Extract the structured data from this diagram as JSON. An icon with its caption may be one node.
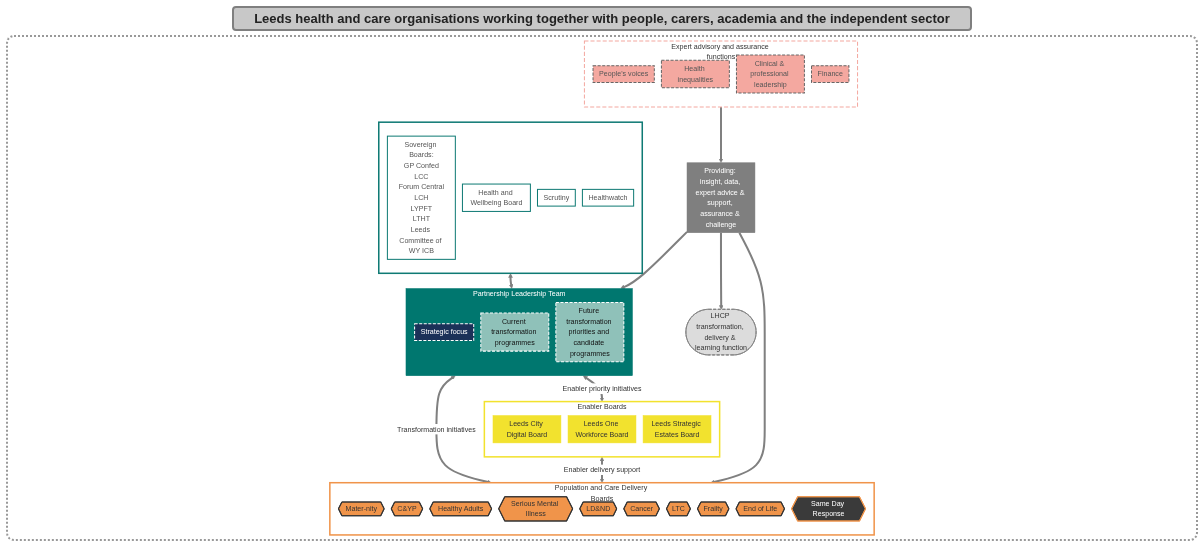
{
  "diagram": {
    "title": "Leeds health and care organisations working together with people, carers, academia and the independent sector",
    "nodes": [
      {
        "text": [],
        "shape": "box"
      },
      {
        "text": [
          "Sovereign Boards:",
          "GP Confed",
          "LCC",
          "Forum Central",
          "LCH",
          "LYPFT",
          "LTHT",
          "Leeds Committee of WY ICB"
        ],
        "in": 0
      },
      {
        "text": [
          "Health and Wellbeing Board"
        ],
        "in": 0
      },
      {
        "text": [
          "Scrutiny"
        ],
        "in": 0
      },
      {
        "text": [
          "Healthwatch"
        ],
        "in": 0
      },
      {
        "text": [
          "Partnership Leadership Team"
        ]
      },
      {
        "text": [
          "Strategic focus"
        ],
        "in": 5
      },
      {
        "text": [
          "Current transformation programmes"
        ],
        "in": 5
      },
      {
        "text": [
          "Future transformation priorities and candidate programmes"
        ],
        "in": 5
      },
      {
        "text": [
          "LHCP transformation, delivery & learning function"
        ]
      },
      {
        "text": [
          "Enabler Boards"
        ]
      },
      {
        "text": [
          "Leeds City Digital Board"
        ],
        "in": 10
      },
      {
        "text": [
          "Leeds One Workforce Board"
        ],
        "in": 10
      },
      {
        "text": [
          "Leeds Strategic Estates Board"
        ],
        "in": 10
      },
      {
        "text": [
          "Population and Care Delivery Boards"
        ]
      },
      {
        "text": [
          "Mater-nity"
        ],
        "in": 14
      },
      {
        "text": [
          "C&YP"
        ],
        "in": 14
      },
      {
        "text": [
          "Healthy Adults"
        ],
        "in": 14
      },
      {
        "text": [
          "Serious Mental Illness"
        ],
        "in": 14
      },
      {
        "text": [
          "LD&ND"
        ],
        "in": 14
      },
      {
        "text": [
          "Cancer"
        ],
        "in": 14
      },
      {
        "text": [
          "LTC"
        ],
        "in": 14
      },
      {
        "text": [
          "Frailty"
        ],
        "in": 14
      },
      {
        "text": [
          "End of Life"
        ],
        "in": 14
      },
      {
        "text": [
          "Same Day Response"
        ],
        "in": 14
      },
      {
        "text": [
          "Providing: insight, data, expert advice & support, assurance & challenge"
        ]
      },
      {
        "text": [
          "Expert advisory and assurance functions"
        ]
      },
      {
        "text": [
          "People's voices"
        ],
        "in": 26
      },
      {
        "text": [
          "Health inequalities"
        ],
        "in": 26
      },
      {
        "text": [
          "Clinical & professional leadership"
        ],
        "in": 26
      },
      {
        "text": [
          "Finance"
        ],
        "in": 26
      }
    ],
    "edges": [
      {
        "from": 0,
        "to": 5,
        "arrow": "both"
      },
      {
        "from": 5,
        "to": 10,
        "arrow": "both",
        "label": "Enabler priority initiatives"
      },
      {
        "from": 5,
        "to": 14,
        "arrow": "both",
        "label": "Transformation initiatives"
      },
      {
        "from": 10,
        "to": 14,
        "arrow": "both",
        "label": "Enabler delivery support"
      },
      {
        "from": 25,
        "to": 5,
        "arrow": "to"
      },
      {
        "from": 25,
        "to": 9,
        "arrow": "to"
      },
      {
        "from": 25,
        "to": 14,
        "arrow": "to"
      },
      {
        "from": 26,
        "to": 25,
        "arrow": "to"
      }
    ]
  }
}
